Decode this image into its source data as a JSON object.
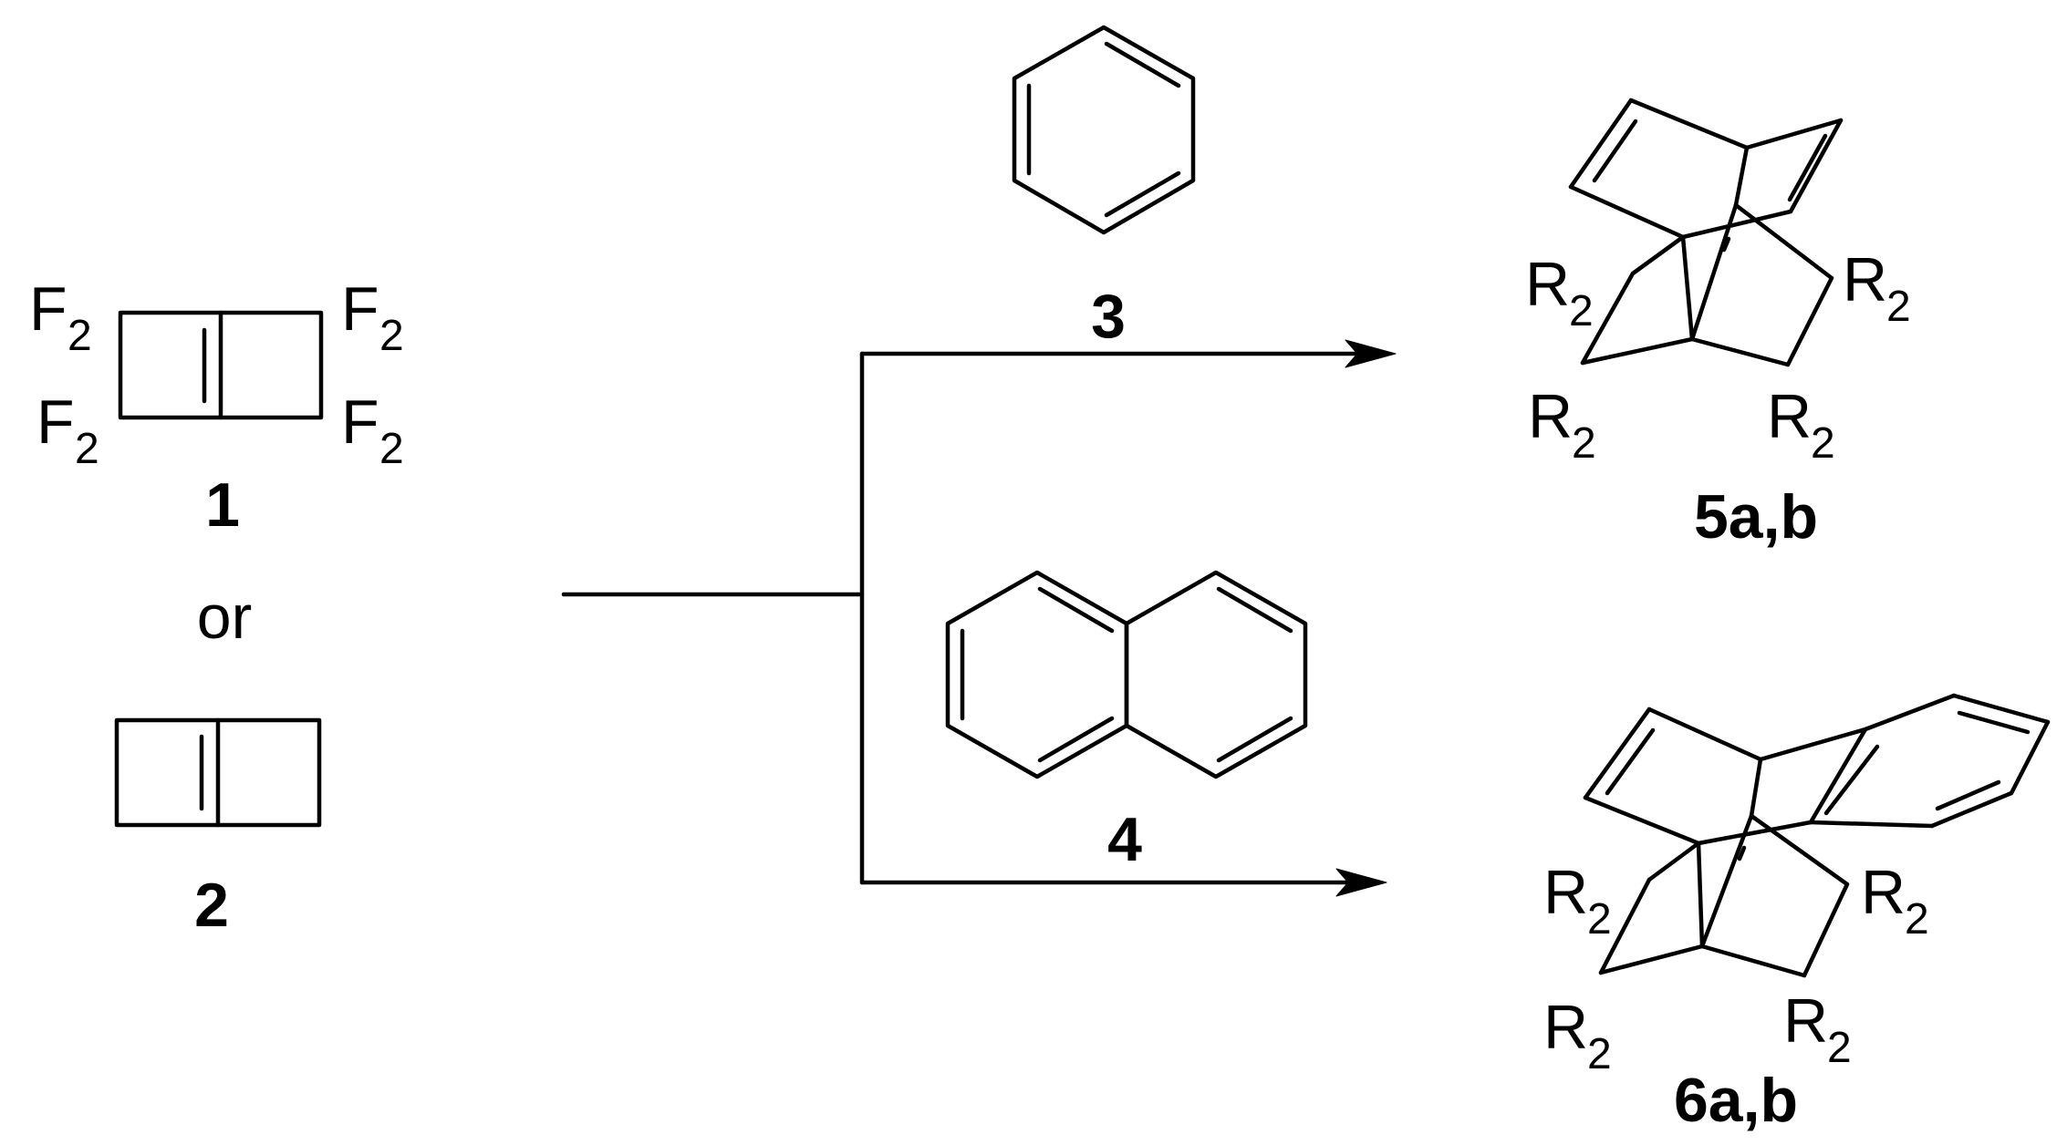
{
  "substituents": {
    "F": "F",
    "R": "R",
    "subscript": "2"
  },
  "compounds": {
    "c1": "1",
    "c2": "2",
    "c3": "3",
    "c4": "4",
    "c5": "5a,b",
    "c6": "6a,b"
  },
  "connector": "or"
}
